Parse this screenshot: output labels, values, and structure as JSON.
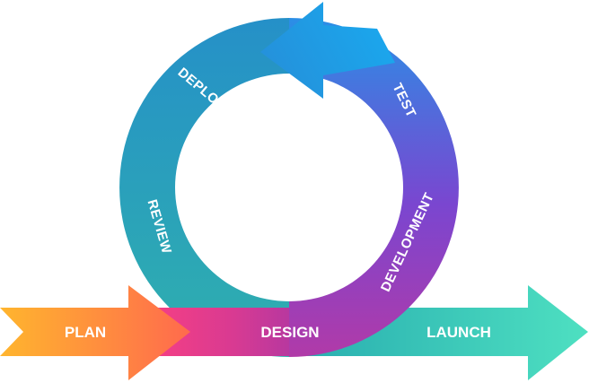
{
  "stages": {
    "plan": "PLAN",
    "design": "DESIGN",
    "launch": "LAUNCH",
    "development": "DEVELOPMENT",
    "test": "TEST",
    "deploy": "DEPLOY",
    "review": "REVIEW"
  },
  "colors": {
    "plan_start": "#FFB52E",
    "plan_end": "#FF6F4A",
    "design_start": "#F23C86",
    "design_end": "#C2389C",
    "launch_start": "#2FB3B0",
    "launch_end": "#4ADDC0",
    "cycle_development": "#8A3FC9",
    "cycle_test": "#1FA6EA",
    "cycle_deploy": "#2196C6",
    "cycle_review": "#2EA9B5",
    "text": "#FFFFFF"
  }
}
